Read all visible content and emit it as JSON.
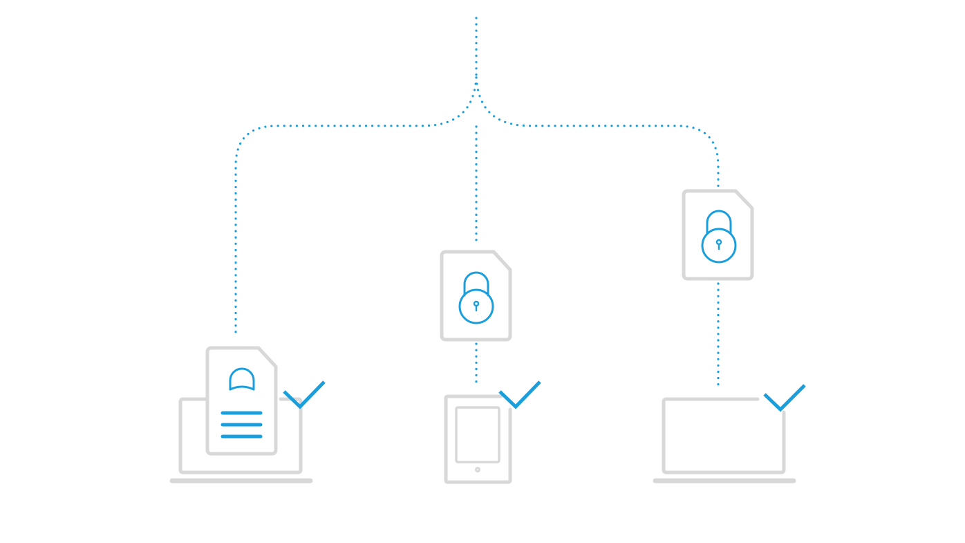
{
  "diagram": {
    "kind": "encrypted-file-sync-illustration",
    "colors": {
      "accent": "#1a9fdc",
      "device": "#d8d8d8",
      "background": "#ffffff"
    },
    "source": {
      "icon": "connection-line"
    },
    "branches": [
      {
        "id": "left",
        "device": "laptop-icon",
        "file_state": "opened",
        "file_icon": "unlocked-document-icon",
        "status": "check-icon"
      },
      {
        "id": "center",
        "device": "tablet-icon",
        "file_state": "locked",
        "file_icon": "locked-file-icon",
        "status": "check-icon"
      },
      {
        "id": "right",
        "device": "laptop-icon",
        "file_state": "locked",
        "file_icon": "locked-file-icon",
        "status": "check-icon"
      }
    ]
  }
}
